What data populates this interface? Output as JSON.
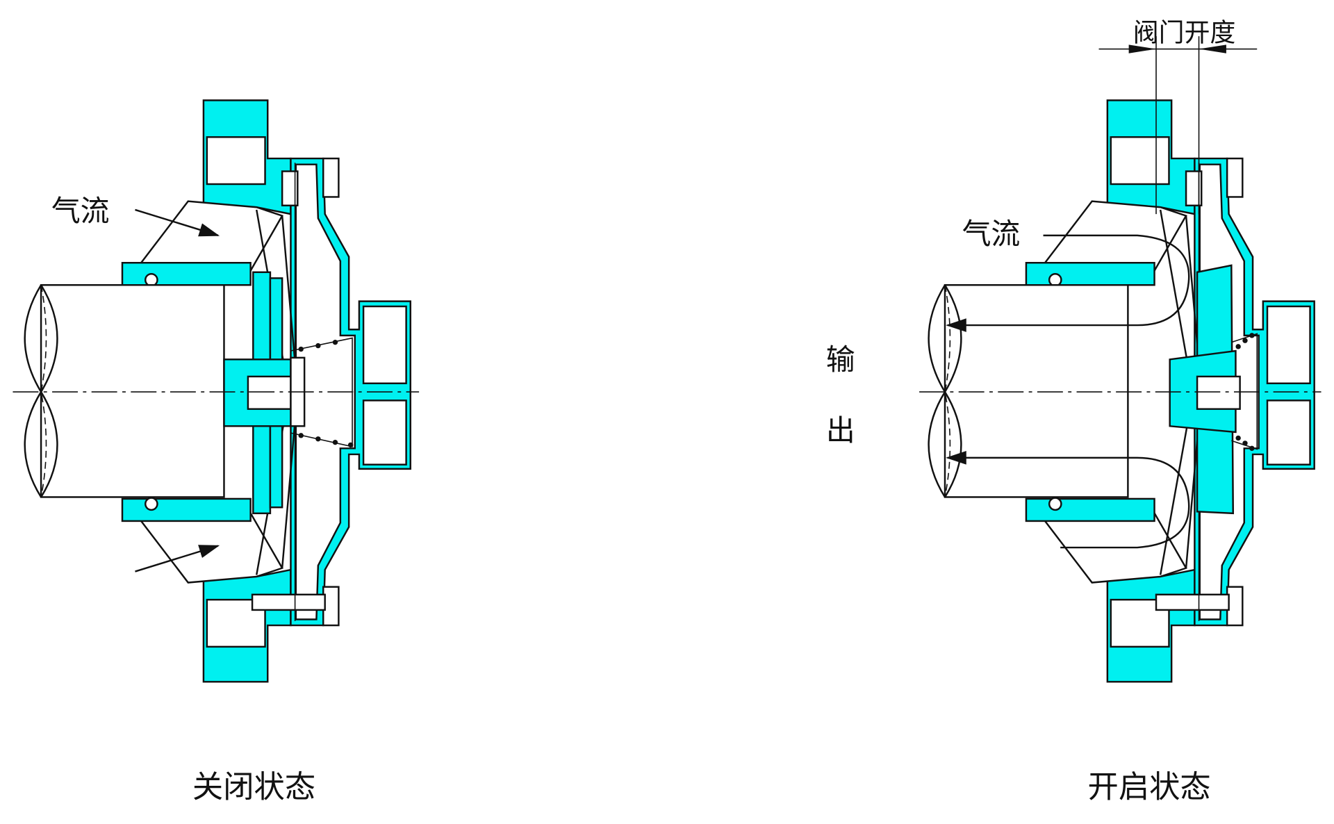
{
  "diagram": {
    "closed": {
      "airflow_label": "气流",
      "caption": "关闭状态"
    },
    "open": {
      "airflow_label": "气流",
      "output_label_1": "输",
      "output_label_2": "出",
      "valve_opening_label": "阀门开度",
      "caption": "开启状态"
    },
    "colors": {
      "fill": "#00f0f0",
      "line": "#111111"
    }
  }
}
